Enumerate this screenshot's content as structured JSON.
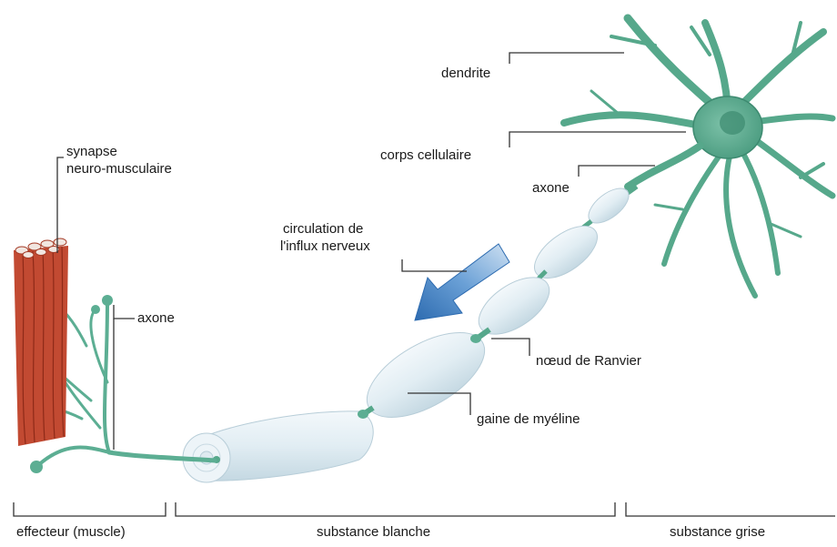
{
  "labels": {
    "dendrite": "dendrite",
    "corps": "corps cellulaire",
    "axone_top": "axone",
    "circulation_1": "circulation de",
    "circulation_2": "l'influx nerveux",
    "noeud": "nœud de Ranvier",
    "gaine": "gaine de myéline",
    "synapse_1": "synapse",
    "synapse_2": "neuro-musculaire",
    "axone_left": "axone"
  },
  "regions": {
    "effecteur": "effecteur (muscle)",
    "blanche": "substance blanche",
    "grise": "substance grise"
  },
  "colors": {
    "neuron": "#5cae93",
    "neuron_dark": "#3d8a70",
    "myelin": "#e3eef3",
    "myelin_edge": "#b7cdd8",
    "muscle": "#c2452e",
    "arrow": "#3f7fc0"
  }
}
